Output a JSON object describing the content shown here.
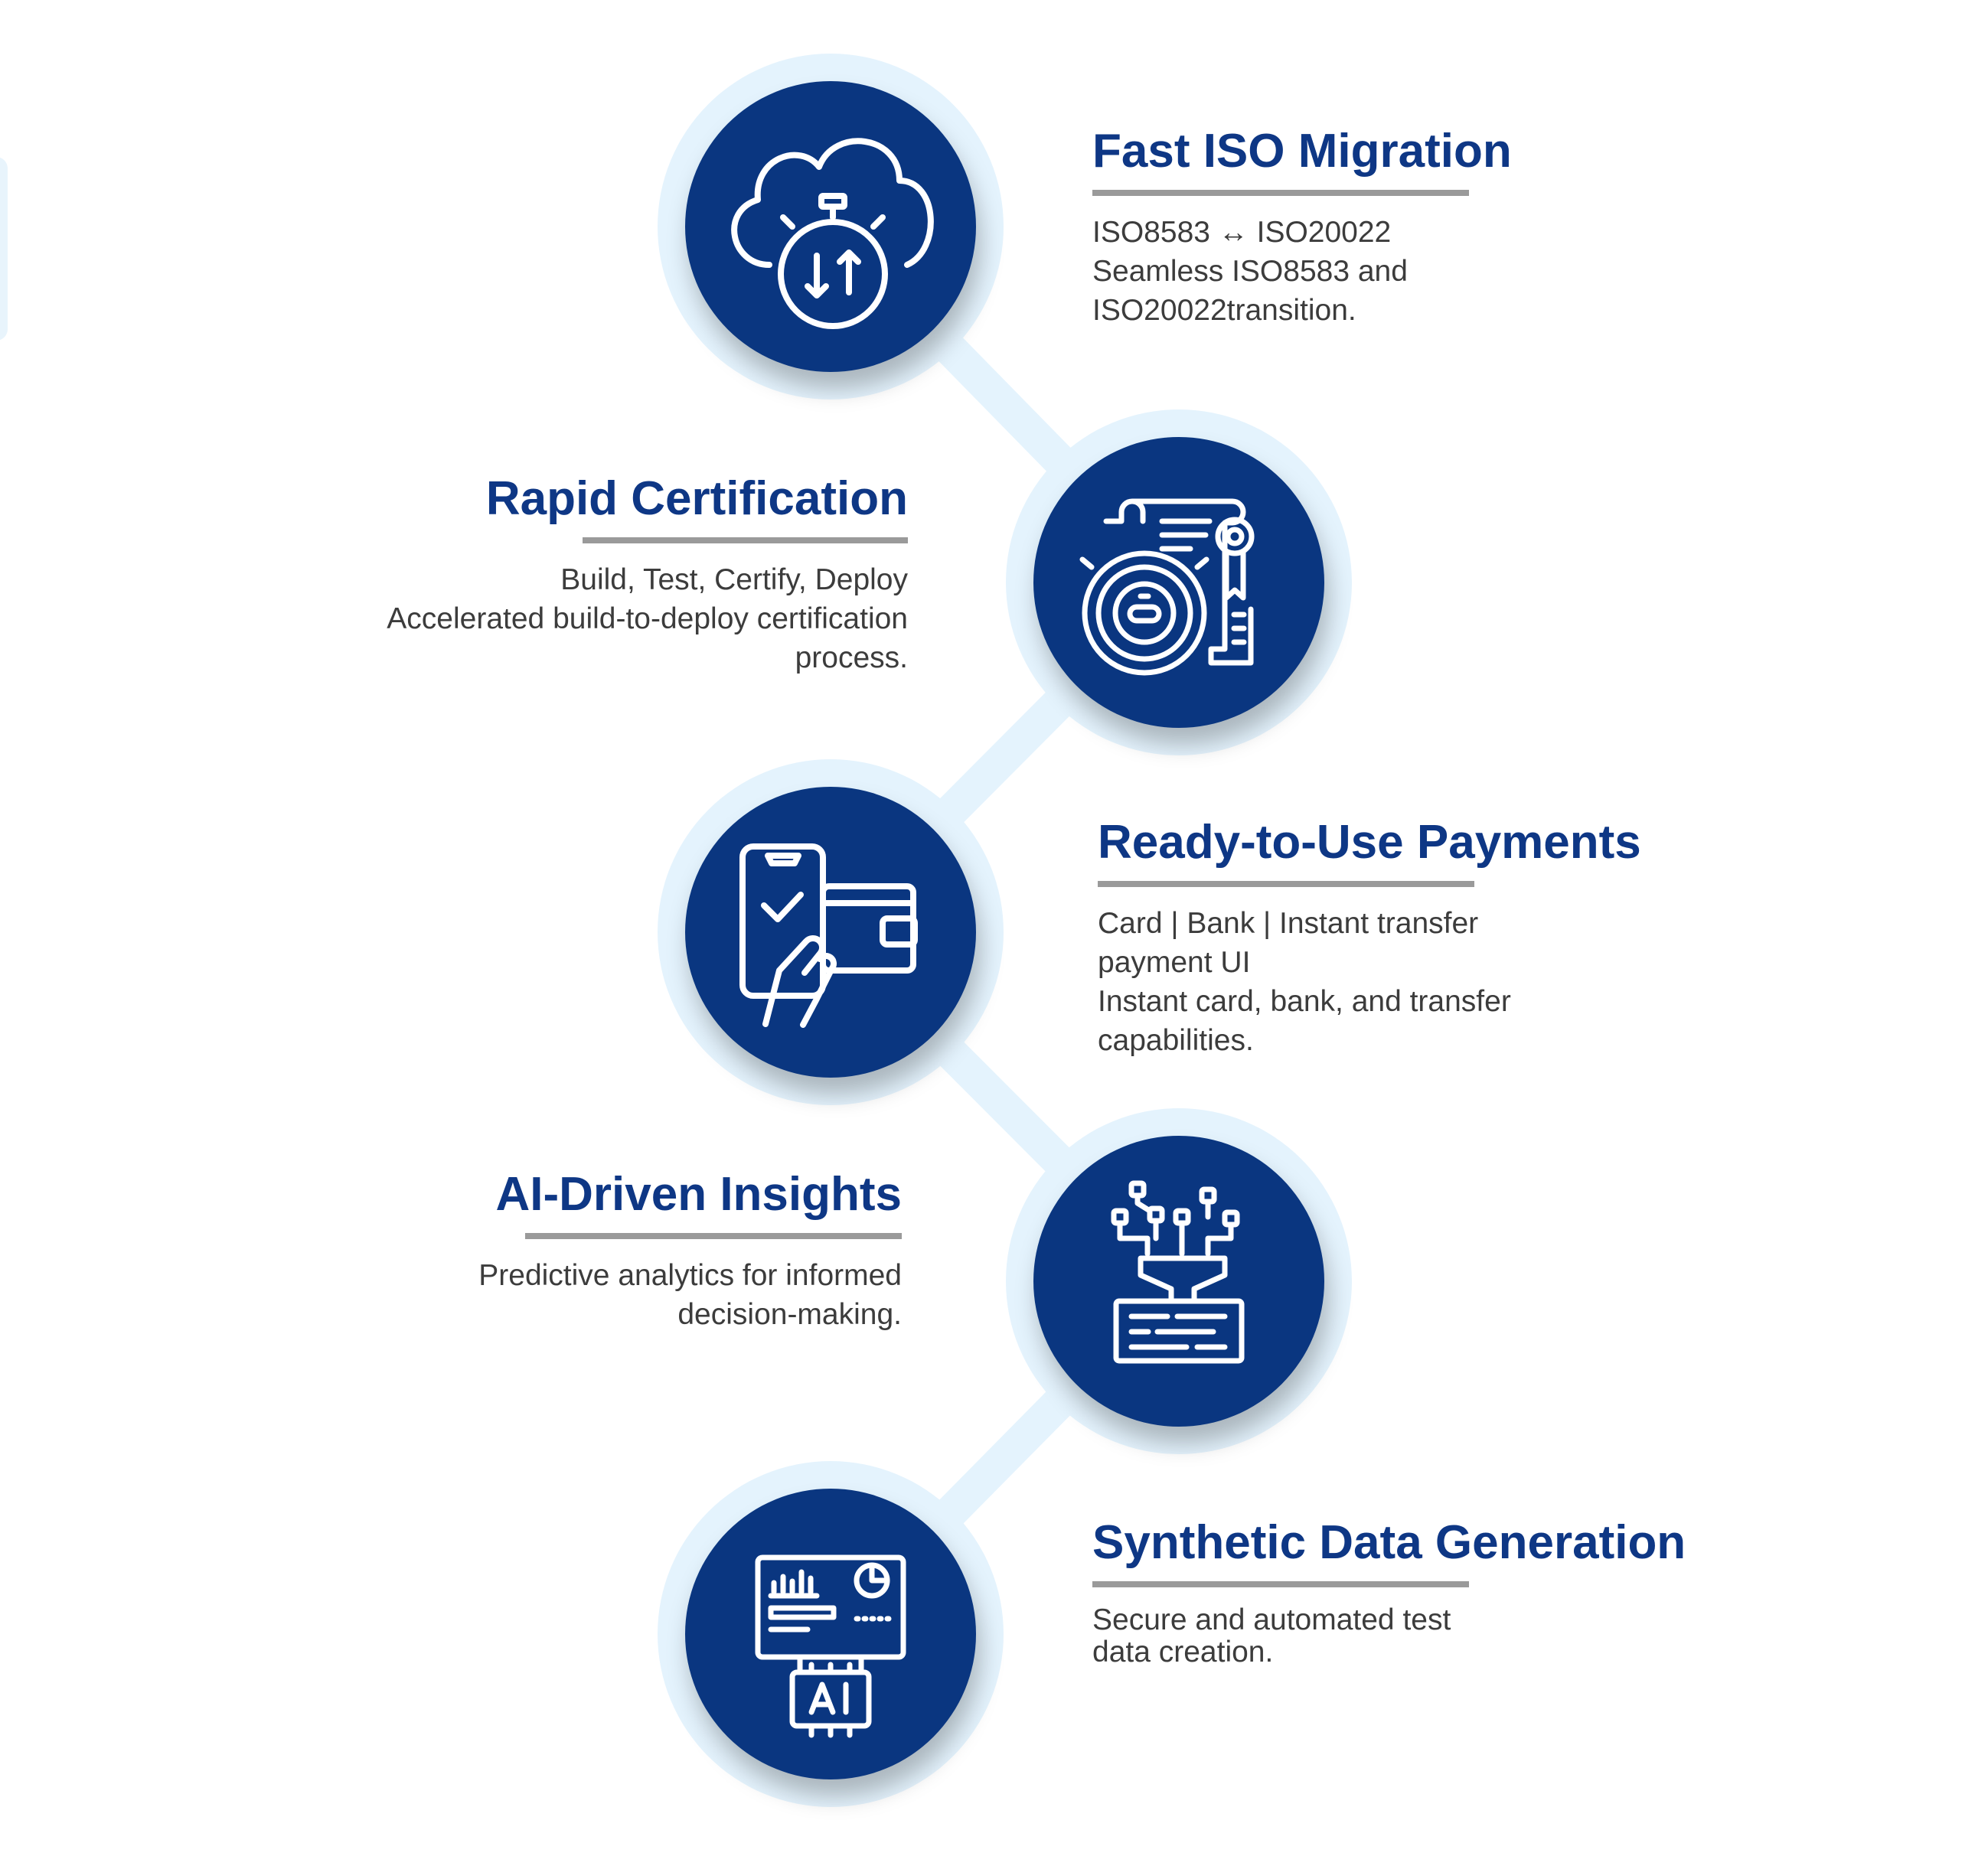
{
  "theme": {
    "navy": "#0a3680",
    "halo": "#e4f3fd",
    "title": "#0e3785",
    "body": "#3c3c3c",
    "rule": "#9a9a9a"
  },
  "items": [
    {
      "icon": "cloud-stopwatch-icon",
      "title": "Fast ISO Migration",
      "lines": [
        "ISO8583 ↔ ISO20022",
        "Seamless ISO8583 and",
        "ISO20022transition."
      ]
    },
    {
      "icon": "certificate-stopwatch-icon",
      "title": "Rapid Certification",
      "lines": [
        "Build, Test, Certify, Deploy",
        "Accelerated build-to-deploy certification",
        "process."
      ]
    },
    {
      "icon": "mobile-payment-icon",
      "title": "Ready-to-Use Payments",
      "lines": [
        "Card | Bank | Instant transfer",
        "payment UI",
        "Instant card, bank, and transfer",
        "capabilities."
      ]
    },
    {
      "icon": "data-network-icon",
      "title": "AI-Driven Insights",
      "lines": [
        "Predictive analytics for informed",
        "decision-making."
      ]
    },
    {
      "icon": "ai-dashboard-icon",
      "title": "Synthetic Data Generation",
      "lines": [
        "Secure and automated test",
        "data creation."
      ]
    }
  ]
}
